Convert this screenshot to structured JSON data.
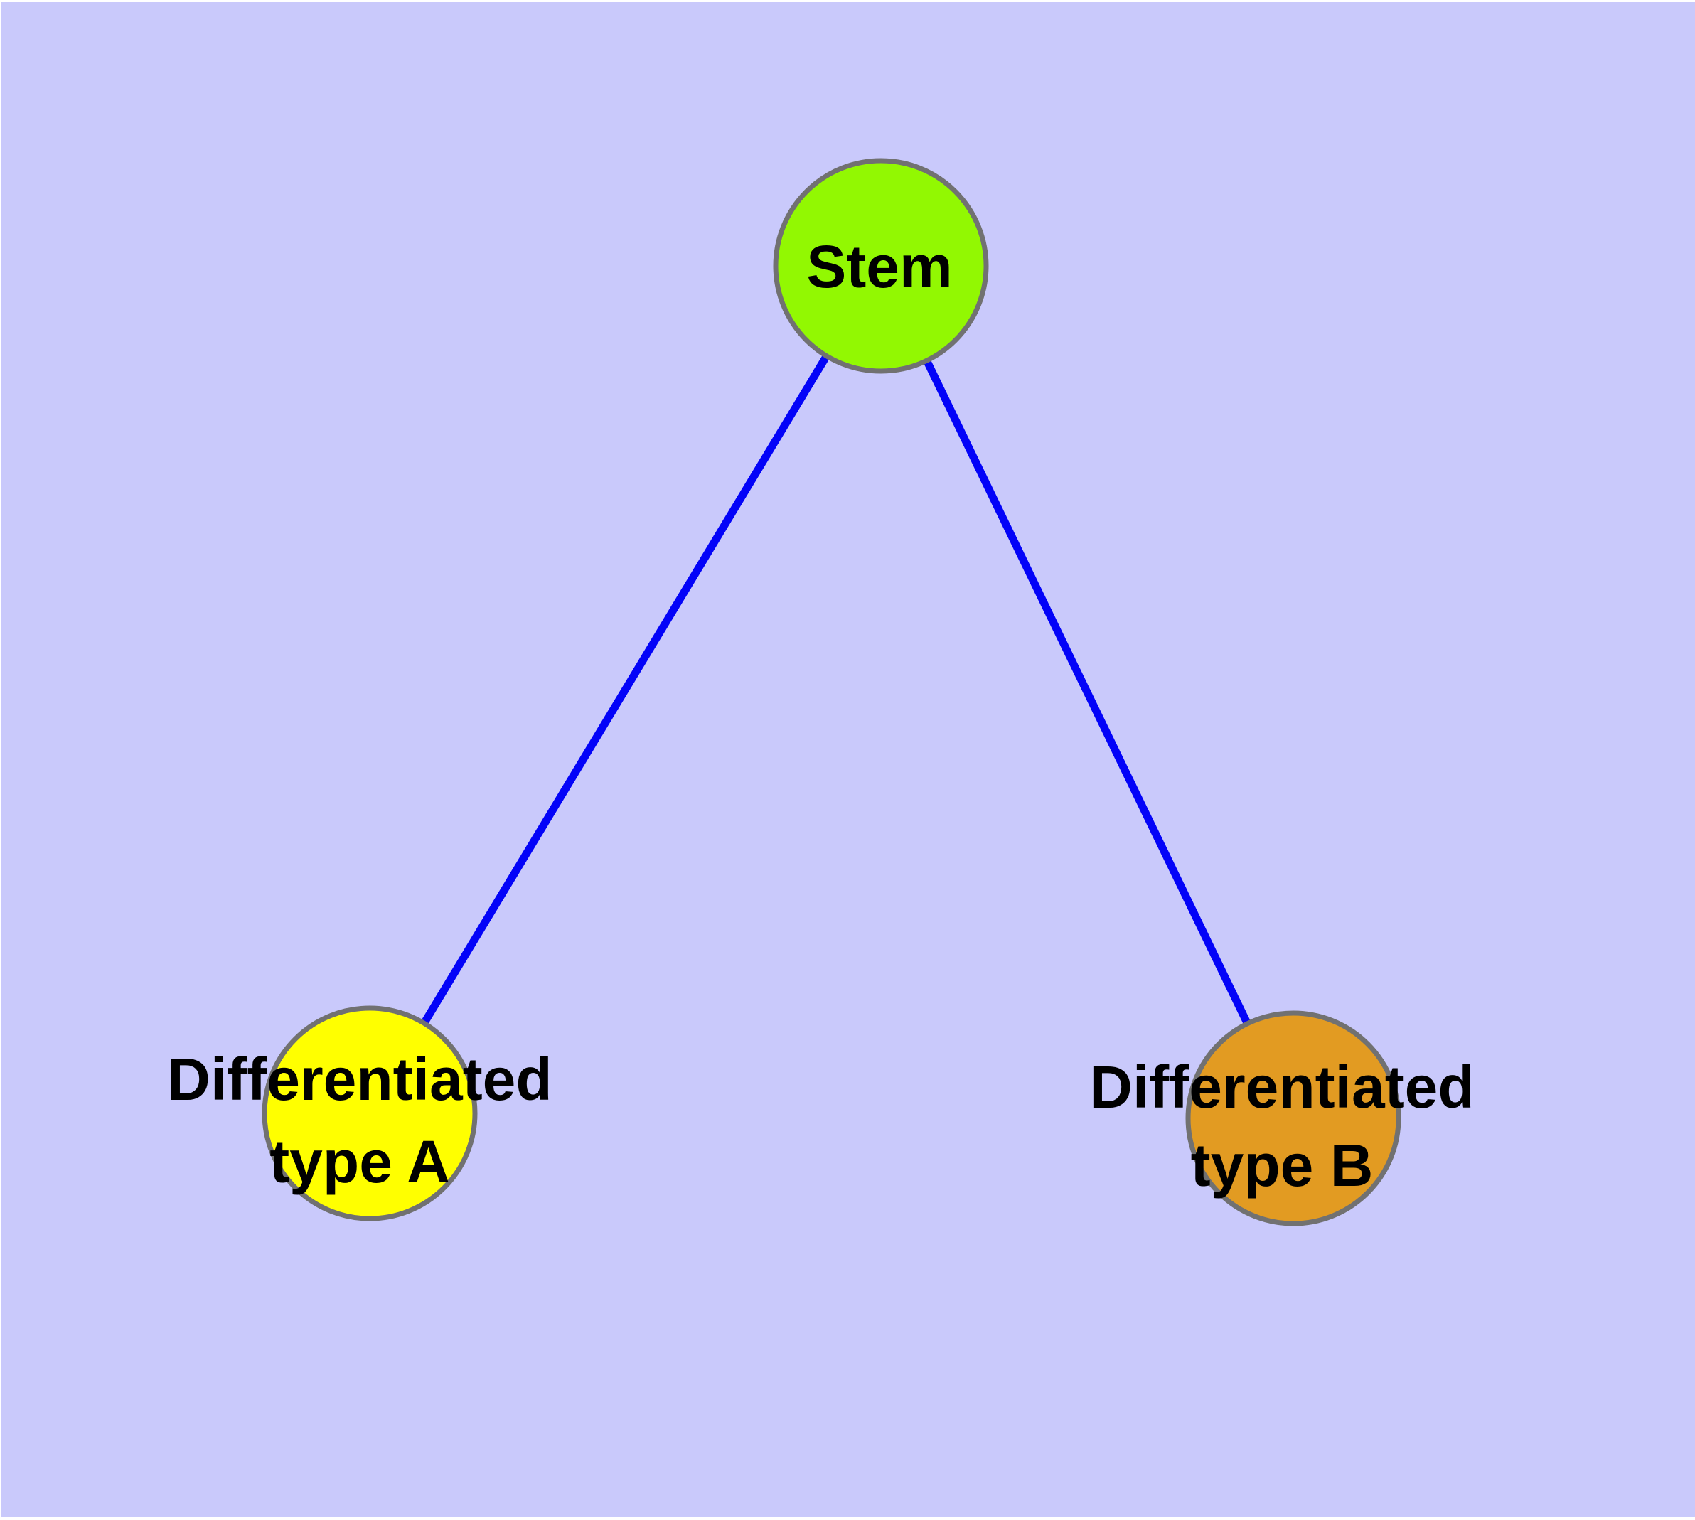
{
  "canvas": {
    "page_background": "#FFFFFF",
    "panel_background": "#C9C9FB"
  },
  "diagram": {
    "type": "node-link-graph",
    "description_colors": {
      "node_border": "#717171",
      "edge_blue": "#0303F8",
      "label_text": "#000000"
    },
    "nodes": [
      {
        "id": "stem",
        "label": "Stem",
        "label_lines": [
          "Stem"
        ],
        "fill": "#92F802",
        "border_color": "#717171"
      },
      {
        "id": "differentiated-type-a",
        "label": "Differentiated type A",
        "label_lines": [
          "Differentiated",
          "type A"
        ],
        "fill": "#FFFF00",
        "border_color": "#717171"
      },
      {
        "id": "differentiated-type-b",
        "label": "Differentiated type B",
        "label_lines": [
          "Differentiated",
          "type B"
        ],
        "fill": "#E29B22",
        "border_color": "#717171"
      }
    ],
    "edges": [
      {
        "from": "stem",
        "to": "differentiated-type-a",
        "color": "#0303F8"
      },
      {
        "from": "stem",
        "to": "differentiated-type-b",
        "color": "#0303F8"
      }
    ]
  }
}
